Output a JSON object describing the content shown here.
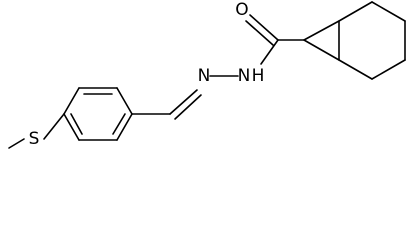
{
  "structure": {
    "atoms": {
      "sulfur": "S",
      "imine_nitrogen": "N",
      "amide_nitrogen": "N",
      "amide_h": "H",
      "carbonyl_oxygen": "O"
    },
    "colors": {
      "bond": "#000000",
      "text": "#000000",
      "background": "#ffffff"
    }
  }
}
